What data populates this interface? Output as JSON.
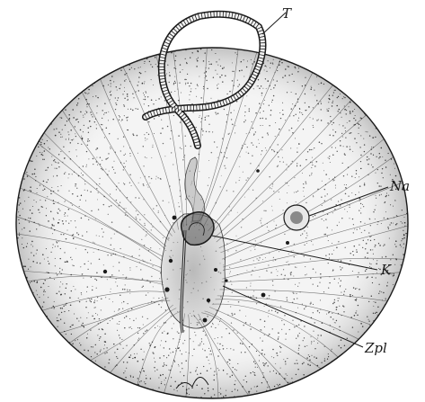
{
  "figure": {
    "ink_color": "#1a1a1a",
    "paper_color": "#ffffff",
    "labels": {
      "t": "T",
      "na": "Na",
      "k": "K",
      "zpl": "Zpl"
    }
  }
}
